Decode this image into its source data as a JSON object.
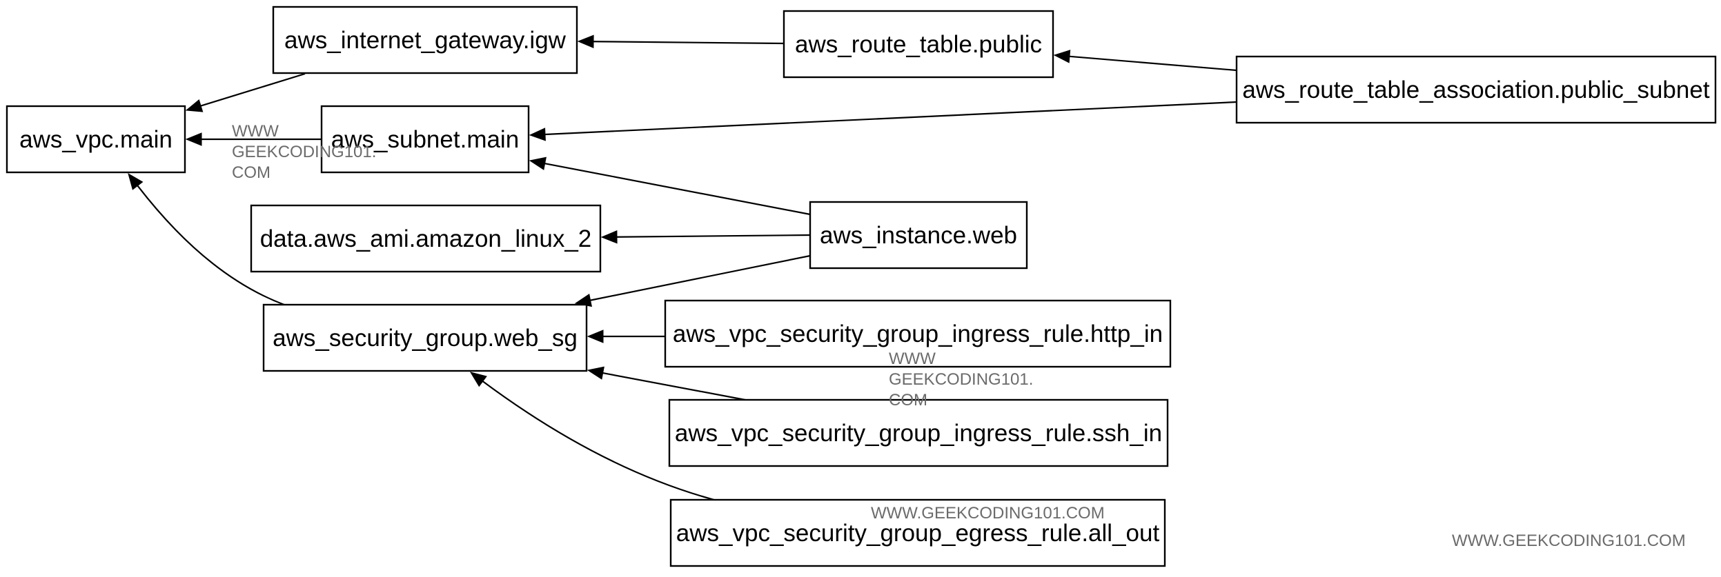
{
  "diagram": {
    "nodes": [
      {
        "id": "igw",
        "label": "aws_internet_gateway.igw"
      },
      {
        "id": "rt",
        "label": "aws_route_table.public"
      },
      {
        "id": "rta",
        "label": "aws_route_table_association.public_subnet"
      },
      {
        "id": "vpc",
        "label": "aws_vpc.main"
      },
      {
        "id": "subnet",
        "label": "aws_subnet.main"
      },
      {
        "id": "ami",
        "label": "data.aws_ami.amazon_linux_2"
      },
      {
        "id": "instance",
        "label": "aws_instance.web"
      },
      {
        "id": "sg",
        "label": "aws_security_group.web_sg"
      },
      {
        "id": "http",
        "label": "aws_vpc_security_group_ingress_rule.http_in"
      },
      {
        "id": "ssh",
        "label": "aws_vpc_security_group_ingress_rule.ssh_in"
      },
      {
        "id": "egress",
        "label": "aws_vpc_security_group_egress_rule.all_out"
      }
    ],
    "edges": [
      {
        "from": "rt",
        "to": "igw"
      },
      {
        "from": "rta",
        "to": "rt"
      },
      {
        "from": "rta",
        "to": "subnet"
      },
      {
        "from": "igw",
        "to": "vpc"
      },
      {
        "from": "subnet",
        "to": "vpc"
      },
      {
        "from": "instance",
        "to": "subnet"
      },
      {
        "from": "instance",
        "to": "ami"
      },
      {
        "from": "instance",
        "to": "sg"
      },
      {
        "from": "sg",
        "to": "vpc"
      },
      {
        "from": "http",
        "to": "sg"
      },
      {
        "from": "ssh",
        "to": "sg"
      },
      {
        "from": "egress",
        "to": "sg"
      }
    ],
    "watermarks": [
      {
        "lines": [
          "WWW",
          "GEEKCODING101.",
          "COM"
        ]
      },
      {
        "lines": [
          "WWW",
          "GEEKCODING101.",
          "COM"
        ]
      },
      {
        "lines": [
          "WWW.GEEKCODING101.COM"
        ]
      },
      {
        "lines": [
          "WWW.GEEKCODING101.COM"
        ]
      }
    ]
  }
}
